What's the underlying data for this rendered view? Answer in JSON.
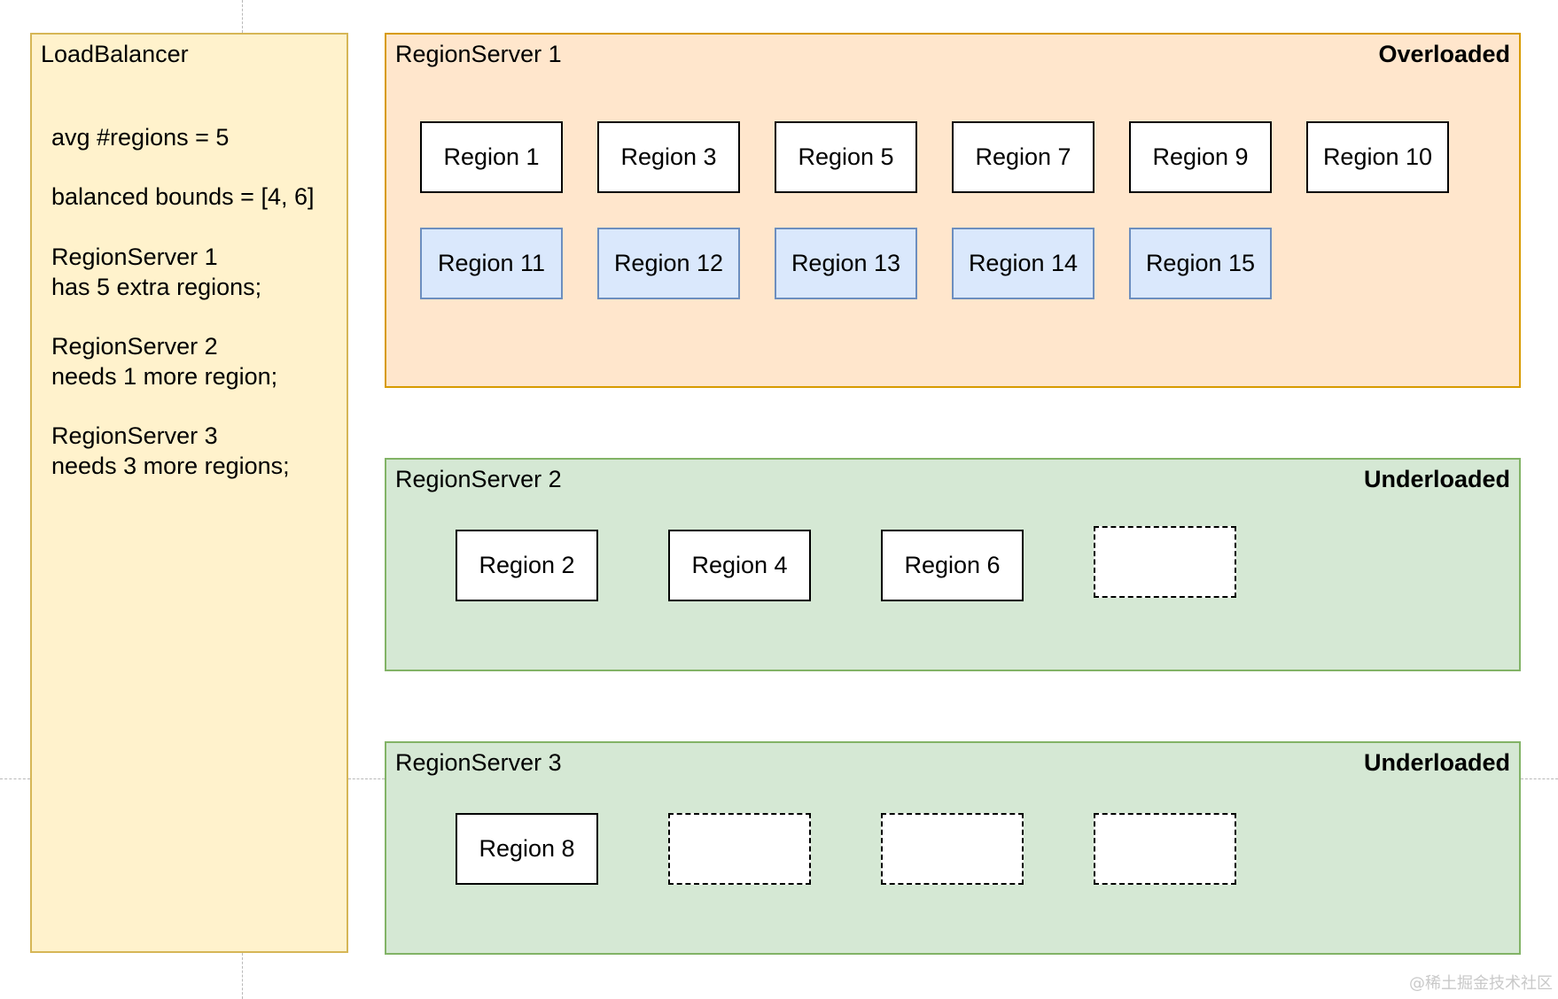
{
  "load_balancer": {
    "title": "LoadBalancer",
    "lines": [
      "avg #regions = 5",
      "balanced bounds = [4, 6]",
      "RegionServer 1",
      "has 5 extra regions;",
      "RegionServer 2",
      "needs 1 more region;",
      "RegionServer 3",
      "needs 3 more regions;"
    ]
  },
  "servers": [
    {
      "title": "RegionServer 1",
      "status": "Overloaded",
      "regions": [
        "Region 1",
        "Region 3",
        "Region 5",
        "Region 7",
        "Region 9",
        "Region 10"
      ],
      "extra_regions": [
        "Region 11",
        "Region 12",
        "Region 13",
        "Region 14",
        "Region 15"
      ],
      "empty_slots": 0
    },
    {
      "title": "RegionServer 2",
      "status": "Underloaded",
      "regions": [
        "Region 2",
        "Region 4",
        "Region 6"
      ],
      "empty_slots": 1
    },
    {
      "title": "RegionServer 3",
      "status": "Underloaded",
      "regions": [
        "Region 8"
      ],
      "empty_slots": 3
    }
  ],
  "colors": {
    "load_balancer_fill": "#fff2cc",
    "load_balancer_border": "#d6b656",
    "overloaded_fill": "#ffe6cc",
    "overloaded_border": "#d79b00",
    "underloaded_fill": "#d5e8d4",
    "underloaded_border": "#82b366",
    "extra_region_fill": "#dae8fc",
    "extra_region_border": "#6c8ebf"
  },
  "watermark": "@稀土掘金技术社区"
}
